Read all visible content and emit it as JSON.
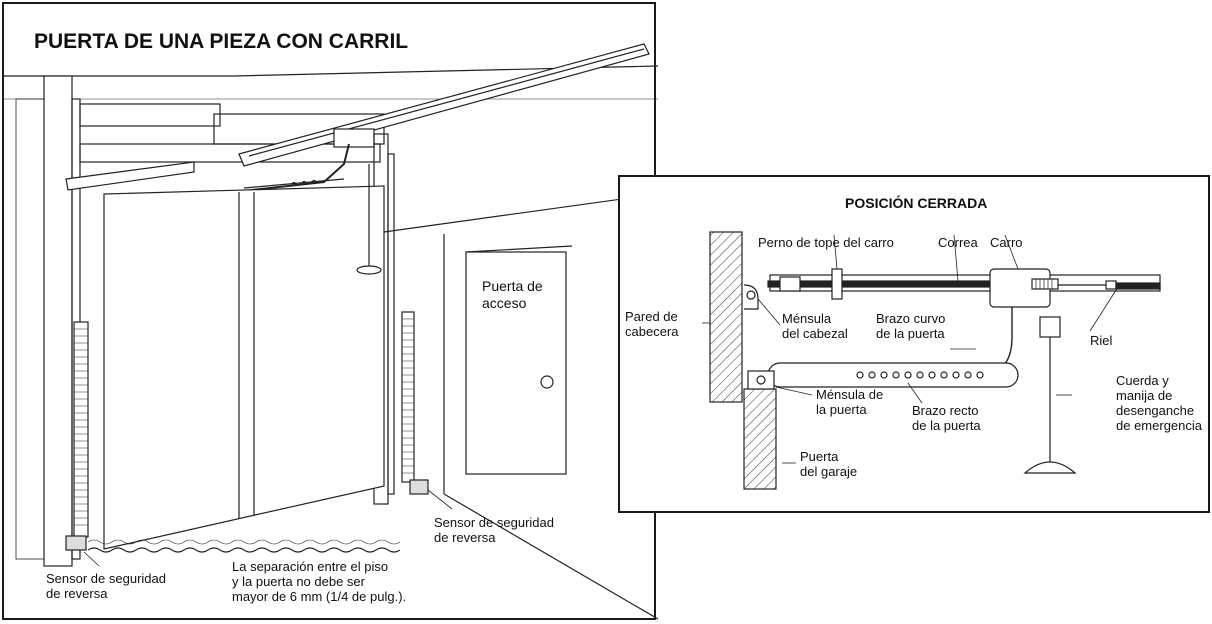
{
  "main": {
    "title": "PUERTA DE UNA PIEZA CON CARRIL",
    "access_door": [
      "Puerta de",
      "acceso"
    ],
    "sensor_right": [
      "Sensor de seguridad",
      "de reversa"
    ],
    "sensor_left": [
      "Sensor de seguridad",
      "de reversa"
    ],
    "gap_note": [
      "La separación entre el piso",
      "y la puerta no debe ser",
      "mayor de 6 mm (1/4 de pulg.)."
    ]
  },
  "inset": {
    "title": "POSICIÓN CERRADA",
    "trolley_stop": "Perno de tope del carro",
    "belt": "Correa",
    "trolley": "Carro",
    "header_wall": [
      "Pared de",
      "cabecera"
    ],
    "header_bracket": [
      "Ménsula",
      "del cabezal"
    ],
    "curved_arm": [
      "Brazo curvo",
      "de la puerta"
    ],
    "rail": "Riel",
    "door_bracket": [
      "Ménsula de",
      "la puerta"
    ],
    "straight_arm": [
      "Brazo recto",
      "de la puerta"
    ],
    "release": [
      "Cuerda y",
      "manija  de",
      "desenganche",
      "de emergencia"
    ],
    "garage_door": [
      "Puerta",
      "del garaje"
    ]
  }
}
